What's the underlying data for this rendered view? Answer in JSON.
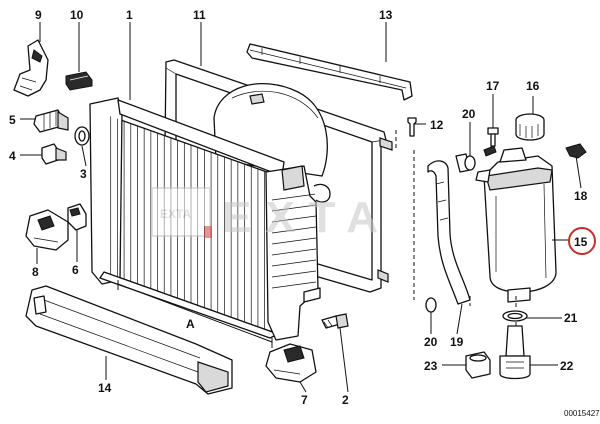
{
  "callouts": {
    "c1": "1",
    "c2": "2",
    "c3": "3",
    "c4": "4",
    "c5": "5",
    "c6": "6",
    "c7": "7",
    "c8": "8",
    "c9": "9",
    "c10": "10",
    "c11": "11",
    "c12": "12",
    "c13": "13",
    "c14": "14",
    "c15": "15",
    "c16": "16",
    "c17": "17",
    "c18": "18",
    "c19": "19",
    "c20a": "20",
    "c20b": "20",
    "c21": "21",
    "c22": "22",
    "c23": "23"
  },
  "dimension_label": "A",
  "document_number": "00015427",
  "watermark": {
    "logo_text": "EXTA",
    "text": "EXTA",
    "color": "#c8c8c8",
    "accent": "#d23b3b"
  },
  "highlight": {
    "callout": "15",
    "color": "#c0302b"
  }
}
